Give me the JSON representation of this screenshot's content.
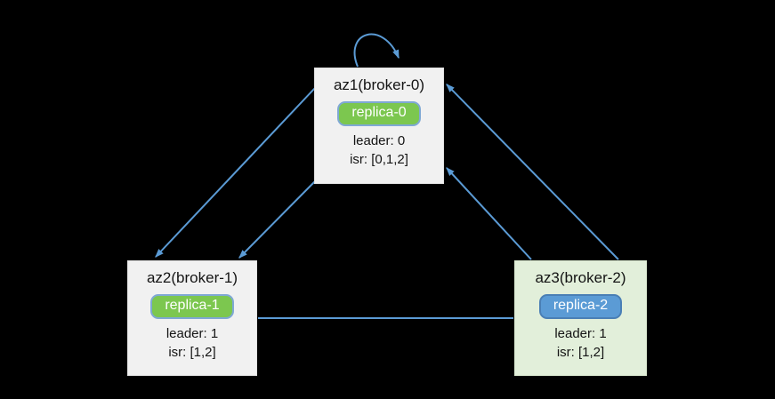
{
  "diagram": {
    "description": "Kafka partition replication topology across availability zones",
    "background_color": "#000000",
    "arrow_color": "#5b9bd5",
    "nodes": [
      {
        "id": "az1",
        "title": "az1(broker-0)",
        "replica_label": "replica-0",
        "leader_text": "leader: 0",
        "isr_text": "isr: [0,1,2]",
        "box_color": "#f1f1f1",
        "badge_color": "#7cc74f",
        "badge_border": "#7fa8d4"
      },
      {
        "id": "az2",
        "title": "az2(broker-1)",
        "replica_label": "replica-1",
        "leader_text": "leader: 1",
        "isr_text": "isr: [1,2]",
        "box_color": "#f1f1f1",
        "badge_color": "#7cc74f",
        "badge_border": "#7fa8d4"
      },
      {
        "id": "az3",
        "title": "az3(broker-2)",
        "replica_label": "replica-2",
        "leader_text": "leader: 1",
        "isr_text": "isr: [1,2]",
        "box_color": "#e2efda",
        "badge_color": "#5b9bd5",
        "badge_border": "#4a7fb5"
      }
    ],
    "edges": [
      {
        "from": "az1",
        "to": "az1",
        "style": "self-loop-arrow"
      },
      {
        "from": "az1",
        "to": "az2",
        "style": "arrow"
      },
      {
        "from": "az1",
        "to": "az2",
        "style": "arrow"
      },
      {
        "from": "az3",
        "to": "az1",
        "style": "arrow"
      },
      {
        "from": "az3",
        "to": "az1",
        "style": "arrow"
      },
      {
        "from": "az2",
        "to": "az3",
        "style": "plain-line"
      }
    ]
  }
}
